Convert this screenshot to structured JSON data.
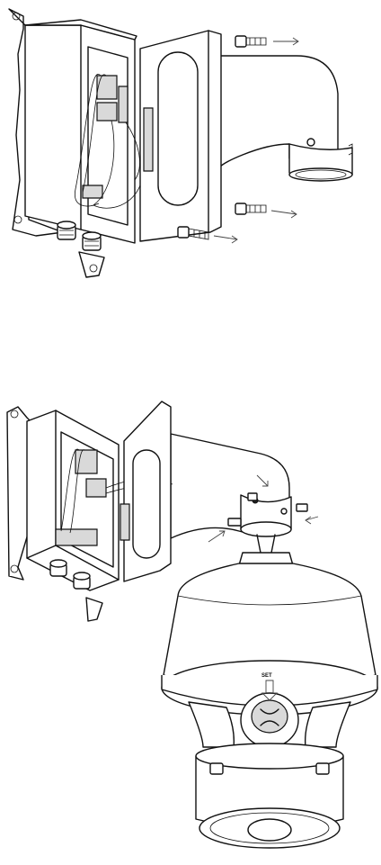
{
  "figures": {
    "top": {
      "screw_count": 4
    },
    "bottom": {
      "screw_count": 3,
      "set_mark_label": "SET"
    }
  }
}
